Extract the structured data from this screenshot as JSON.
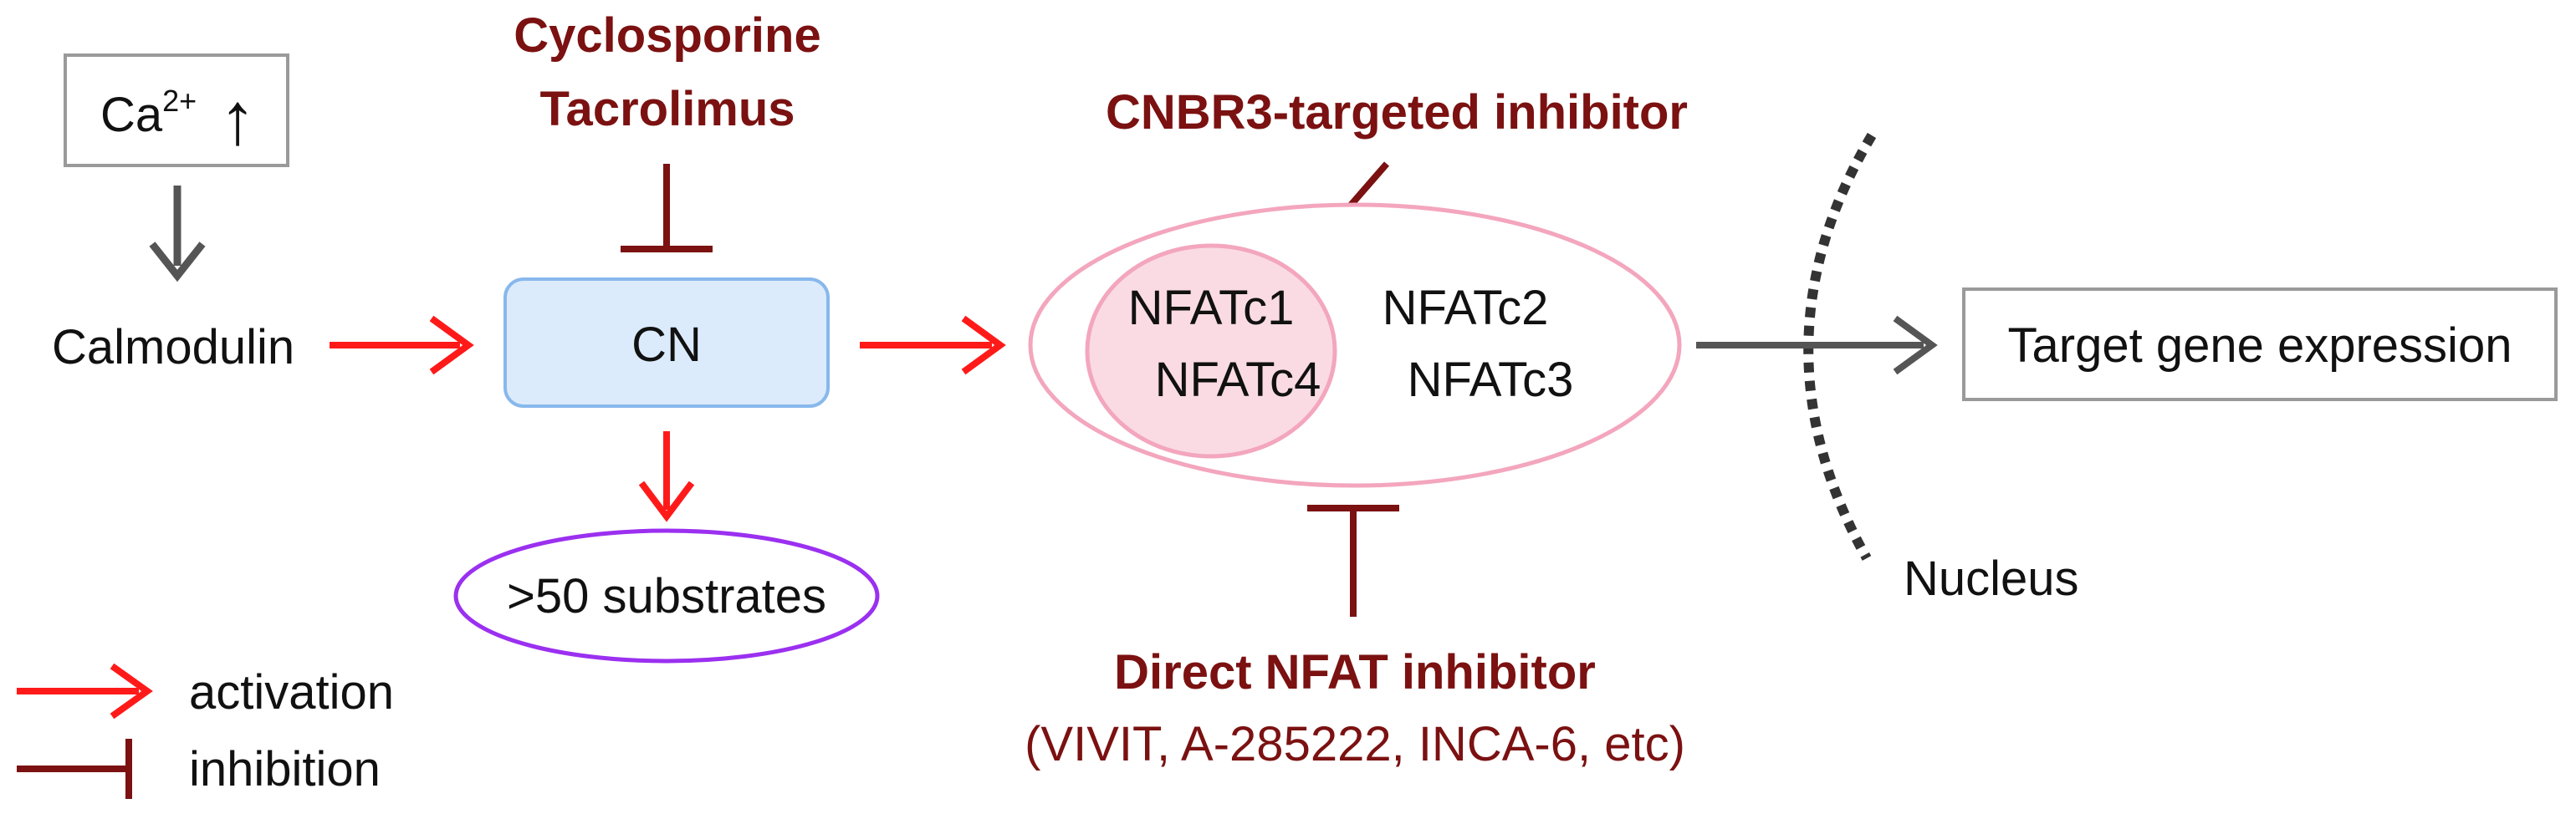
{
  "colors": {
    "activation": "#ff1a1a",
    "inhibition": "#7b1111",
    "neutral_arrow": "#555555",
    "cn_fill": "#dcebfb",
    "cn_stroke": "#88b8ec",
    "substrates_stroke": "#9b30f0",
    "nfat_outer_stroke": "#f3a6bd",
    "nfat_inner_fill": "#fadbe4",
    "nucleus": "#333333"
  },
  "nodes": {
    "calcium": {
      "base": "Ca",
      "superscript": "2+",
      "arrow_glyph": "↑"
    },
    "calmodulin": "Calmodulin",
    "cn": "CN",
    "substrates": ">50 substrates",
    "nfat_inner": [
      "NFATc1",
      "NFATc4"
    ],
    "nfat_outer": [
      "NFATc2",
      "NFATc3"
    ],
    "target": "Target gene expression",
    "nucleus": "Nucleus"
  },
  "inhibitors": {
    "cn_drugs": [
      "Cyclosporine",
      "Tacrolimus"
    ],
    "cnbr3": "CNBR3-targeted inhibitor",
    "direct_nfat": "Direct NFAT inhibitor",
    "direct_nfat_examples": "(VIVIT, A-285222,  INCA-6, etc)"
  },
  "legend": {
    "activation": "activation",
    "inhibition": "inhibition"
  }
}
